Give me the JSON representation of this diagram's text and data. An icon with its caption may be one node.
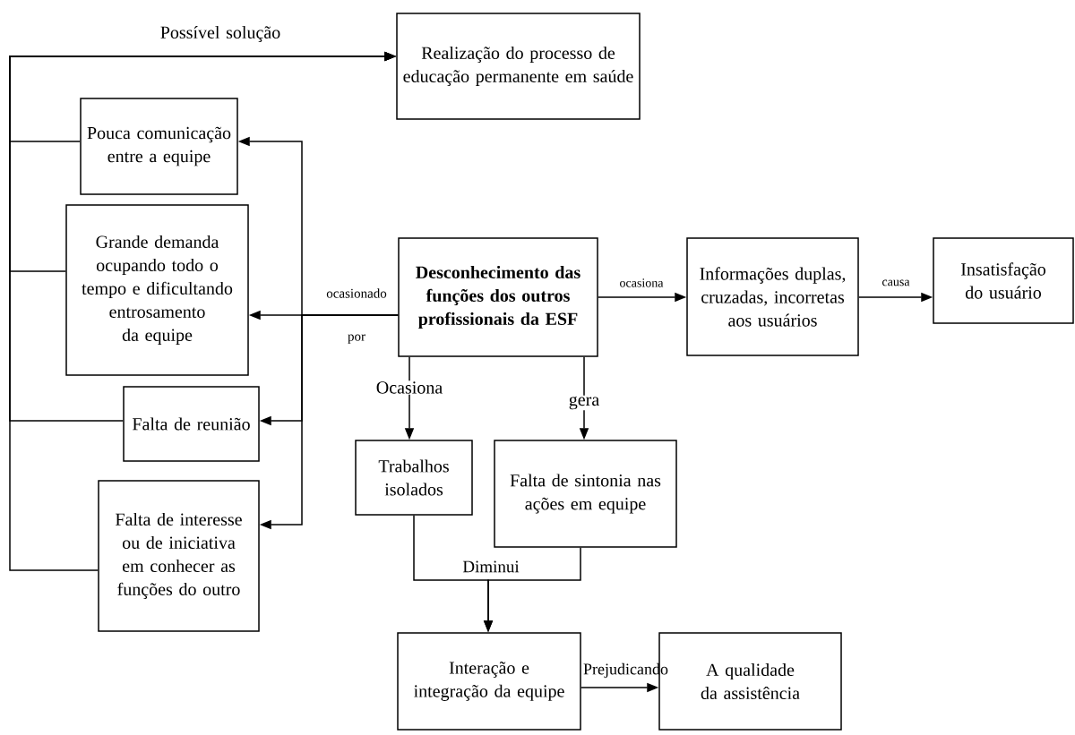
{
  "diagram": {
    "nodes": [
      {
        "text": [
          "Realização do processo de educação permanente em saúde"
        ]
      },
      {
        "text": [
          "Pouca comunicação entre a equipe"
        ]
      },
      {
        "text": [
          "Grande demanda ocupando todo o tempo e dificultando entrosamento da equipe"
        ]
      },
      {
        "text": [
          "Falta de reunião"
        ]
      },
      {
        "text": [
          "Falta de interesse ou de iniciativa em conhecer as funções do outro"
        ]
      },
      {
        "text": [
          "Desconhecimento das funções dos outros profissionais da ESF"
        ]
      },
      {
        "text": [
          "Informações duplas, cruzadas, incorretas aos usuários"
        ]
      },
      {
        "text": [
          "Insatisfação do usuário"
        ]
      },
      {
        "text": [
          "Trabalhos isolados"
        ]
      },
      {
        "text": [
          "Falta de sintonia nas ações em equipe"
        ]
      },
      {
        "text": [
          "Interação e integração da equipe"
        ]
      },
      {
        "text": [
          "A qualidade da assistência"
        ]
      }
    ],
    "edges": [
      {
        "from": 1,
        "to": 0,
        "arrow": "to",
        "label": "Possível solução"
      },
      {
        "from": 2,
        "to": 0,
        "arrow": "to"
      },
      {
        "from": 3,
        "to": 0,
        "arrow": "to"
      },
      {
        "from": 4,
        "to": 0,
        "arrow": "to"
      },
      {
        "from": 5,
        "to": 2,
        "arrow": "to",
        "label": "ocasionado por"
      },
      {
        "from": 5,
        "to": 1,
        "arrow": "to"
      },
      {
        "from": 5,
        "to": 3,
        "arrow": "to"
      },
      {
        "from": 5,
        "to": 4,
        "arrow": "to"
      },
      {
        "from": 5,
        "to": 6,
        "arrow": "to",
        "label": "ocasiona"
      },
      {
        "from": 6,
        "to": 7,
        "arrow": "to",
        "label": "causa"
      },
      {
        "from": 5,
        "to": 8,
        "arrow": "to",
        "label": "Ocasiona"
      },
      {
        "from": 5,
        "to": 9,
        "arrow": "to",
        "label": "gera"
      },
      {
        "from": 8,
        "to": 10,
        "arrow": "to",
        "label": "Diminui"
      },
      {
        "from": 9,
        "to": 10,
        "arrow": "to"
      },
      {
        "from": 10,
        "to": 11,
        "arrow": "to",
        "label": "Prejudicando"
      }
    ]
  }
}
